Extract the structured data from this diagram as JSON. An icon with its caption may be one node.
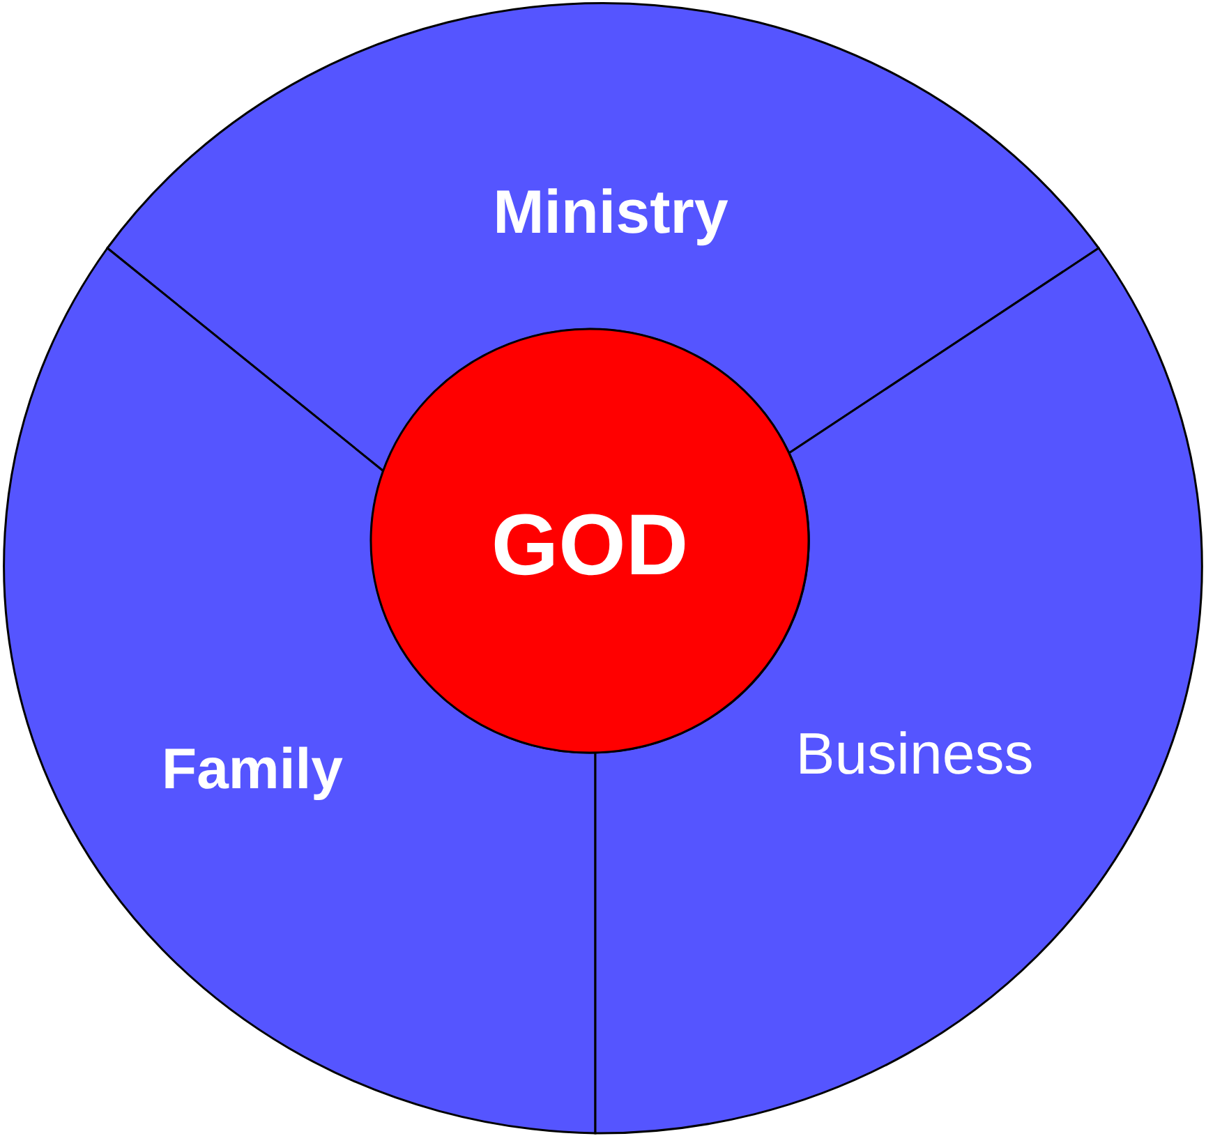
{
  "diagram": {
    "nodes": [
      {
        "text": [
          "Ministry"
        ]
      },
      {
        "text": [
          "GOD"
        ]
      },
      {
        "text": [
          "Family"
        ]
      },
      {
        "text": [
          "Business"
        ]
      }
    ]
  }
}
